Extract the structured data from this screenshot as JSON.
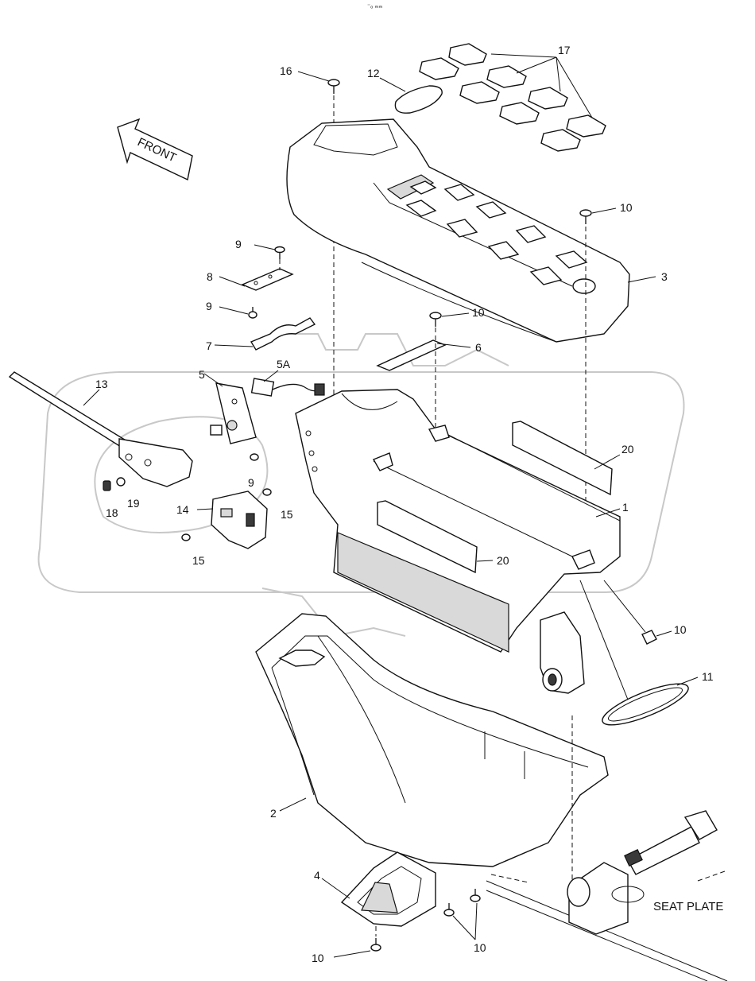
{
  "header_mark": "⁻ₒ ₘₘ",
  "front_label": "FRONT",
  "seat_plate_label": "SEAT PLATE",
  "labels": [
    {
      "id": "l17",
      "text": "17"
    },
    {
      "id": "l16",
      "text": "16"
    },
    {
      "id": "l12",
      "text": "12"
    },
    {
      "id": "l10a",
      "text": "10"
    },
    {
      "id": "l3",
      "text": "3"
    },
    {
      "id": "l9a",
      "text": "9"
    },
    {
      "id": "l8",
      "text": "8"
    },
    {
      "id": "l9b",
      "text": "9"
    },
    {
      "id": "l7",
      "text": "7"
    },
    {
      "id": "l10b",
      "text": "10"
    },
    {
      "id": "l6",
      "text": "6"
    },
    {
      "id": "l5",
      "text": "5"
    },
    {
      "id": "l5a",
      "text": "5A"
    },
    {
      "id": "l13",
      "text": "13"
    },
    {
      "id": "l20a",
      "text": "20"
    },
    {
      "id": "l1",
      "text": "1"
    },
    {
      "id": "l9c",
      "text": "9"
    },
    {
      "id": "l18",
      "text": "18"
    },
    {
      "id": "l19",
      "text": "19"
    },
    {
      "id": "l14",
      "text": "14"
    },
    {
      "id": "l15a",
      "text": "15"
    },
    {
      "id": "l15b",
      "text": "15"
    },
    {
      "id": "l20b",
      "text": "20"
    },
    {
      "id": "l10c",
      "text": "10"
    },
    {
      "id": "l11",
      "text": "11"
    },
    {
      "id": "l2",
      "text": "2"
    },
    {
      "id": "l4",
      "text": "4"
    },
    {
      "id": "l10d",
      "text": "10"
    },
    {
      "id": "l10e",
      "text": "10"
    }
  ]
}
